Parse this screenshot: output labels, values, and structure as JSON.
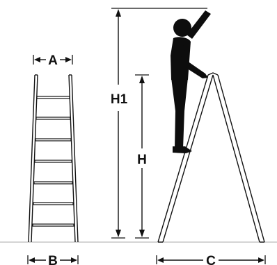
{
  "labels": {
    "A": "A",
    "B": "B",
    "C": "C",
    "H": "H",
    "H1": "H1"
  },
  "colors": {
    "line": "#111111",
    "figure": "#0d0d0d",
    "ground": "#bbbbbb",
    "background": "#ffffff"
  }
}
